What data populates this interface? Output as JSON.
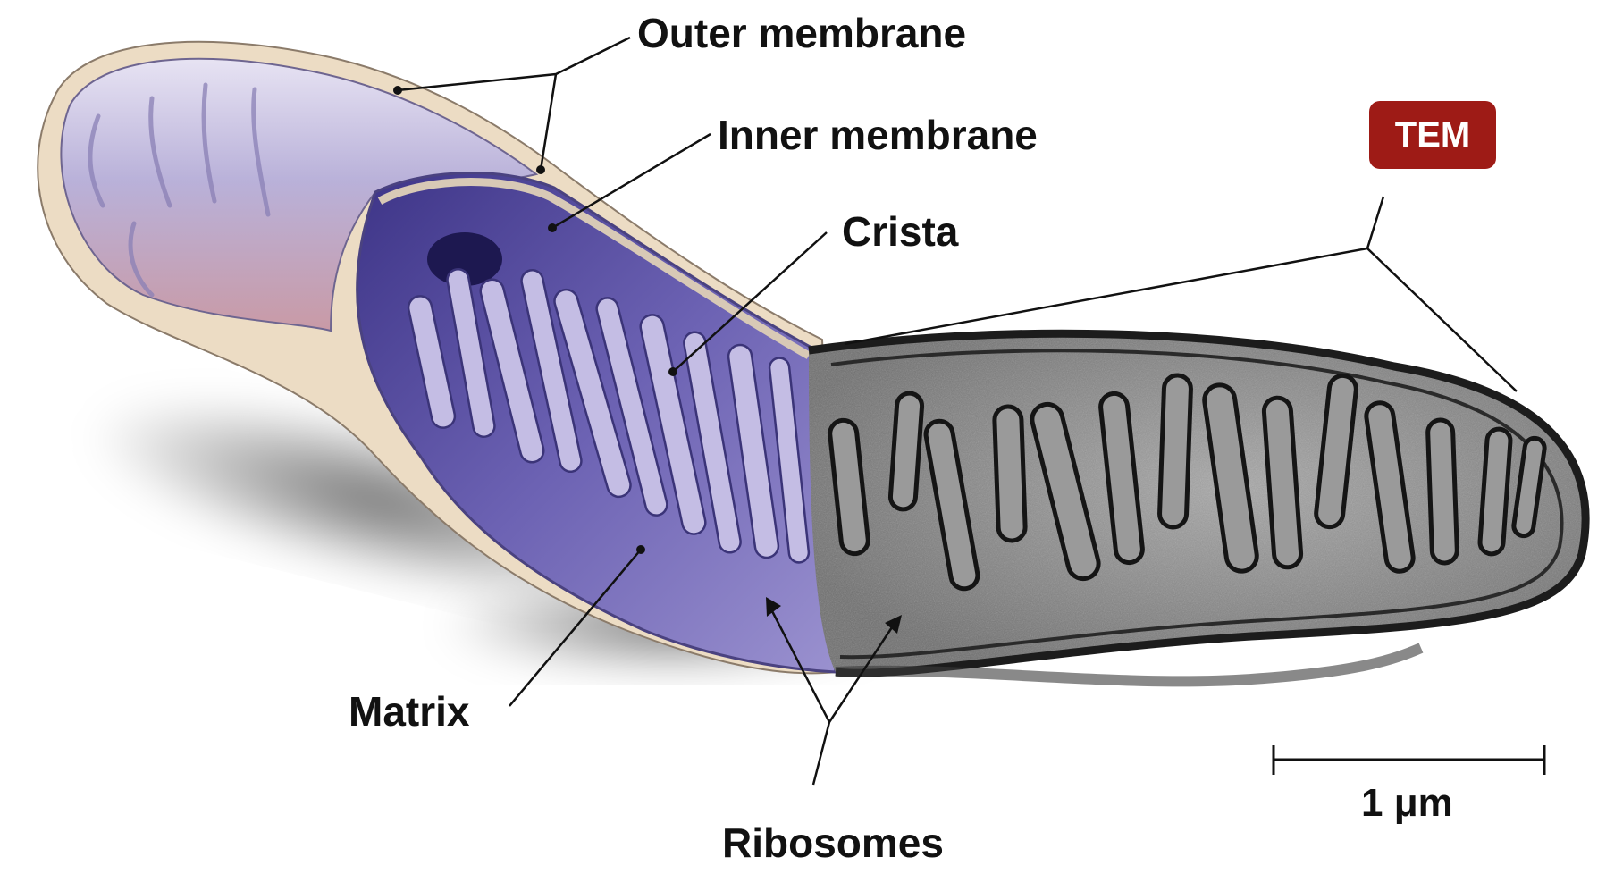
{
  "labels": {
    "outer_membrane": "Outer membrane",
    "inner_membrane": "Inner membrane",
    "crista": "Crista",
    "matrix": "Matrix",
    "ribosomes": "Ribosomes",
    "scale_bar": "1 μm"
  },
  "badge": {
    "text": "TEM",
    "color": "#9e1b16"
  },
  "colors": {
    "outer_membrane_fill": "#ecdcc4",
    "drawing_surface": "#b7aed6",
    "cut_interior": "#5a4fa0",
    "cristae": "#c7c0e6",
    "tem_background": "#8a8a8a",
    "tem_membrane": "#1a1a1a"
  }
}
